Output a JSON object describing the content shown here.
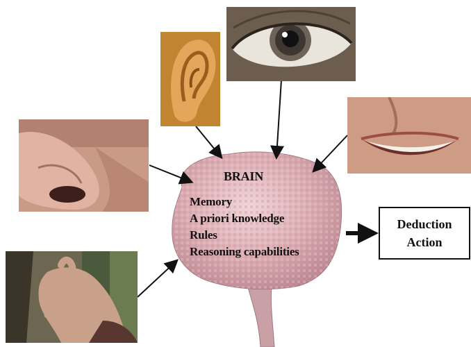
{
  "brain": {
    "title": "BRAIN",
    "items": [
      "Memory",
      "A priori knowledge",
      "Rules",
      "Reasoning capabilities"
    ]
  },
  "output": {
    "line1": "Deduction",
    "line2": "Action"
  },
  "senses": [
    "nose",
    "ear",
    "eye",
    "mouth",
    "hand"
  ]
}
